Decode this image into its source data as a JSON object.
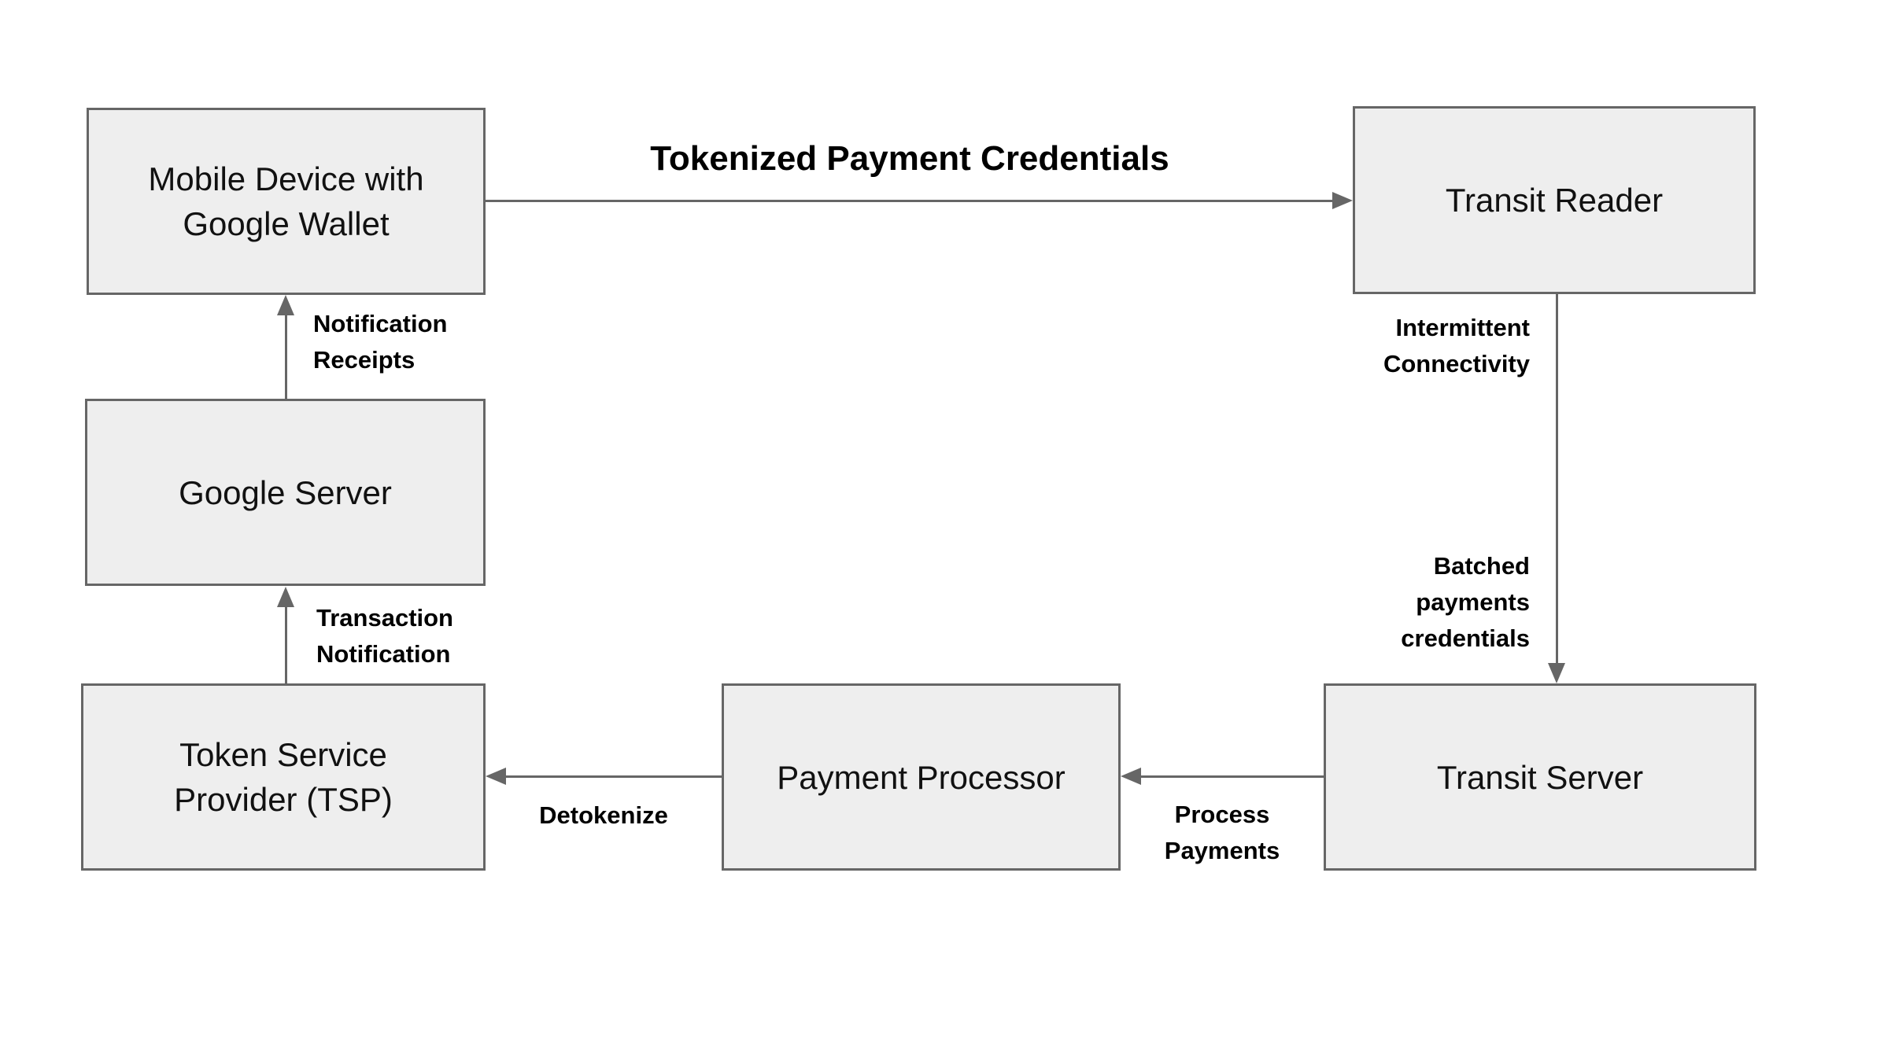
{
  "diagram": {
    "type": "flowchart",
    "description": "Google Wallet transit tokenized payment flow"
  },
  "colors": {
    "background": "#ffffff",
    "box_fill": "#eeeeee",
    "box_border": "#666666",
    "arrow": "#666666",
    "node_text": "#111111",
    "label_text": "#000000"
  },
  "nodes": {
    "mobile_device": {
      "label": "Mobile Device with\nGoogle Wallet"
    },
    "transit_reader": {
      "label": "Transit Reader"
    },
    "google_server": {
      "label": "Google Server"
    },
    "tsp": {
      "label": "Token Service\nProvider (TSP)"
    },
    "payment_processor": {
      "label": "Payment Processor"
    },
    "transit_server": {
      "label": "Transit Server"
    }
  },
  "edges": {
    "tokenized_payment": {
      "from": "mobile_device",
      "to": "transit_reader",
      "direction": "right",
      "label": "Tokenized Payment Credentials"
    },
    "reader_to_server": {
      "from": "transit_reader",
      "to": "transit_server",
      "direction": "down",
      "labels": [
        "Intermittent\nConnectivity",
        "Batched\npayments\ncredentials"
      ]
    },
    "process_payments": {
      "from": "transit_server",
      "to": "payment_processor",
      "direction": "left",
      "label": "Process\nPayments"
    },
    "detokenize": {
      "from": "payment_processor",
      "to": "tsp",
      "direction": "left",
      "label": "Detokenize"
    },
    "transaction_notification": {
      "from": "tsp",
      "to": "google_server",
      "direction": "up",
      "label": "Transaction\nNotification"
    },
    "notification_receipts": {
      "from": "google_server",
      "to": "mobile_device",
      "direction": "up",
      "label": "Notification\nReceipts"
    }
  }
}
